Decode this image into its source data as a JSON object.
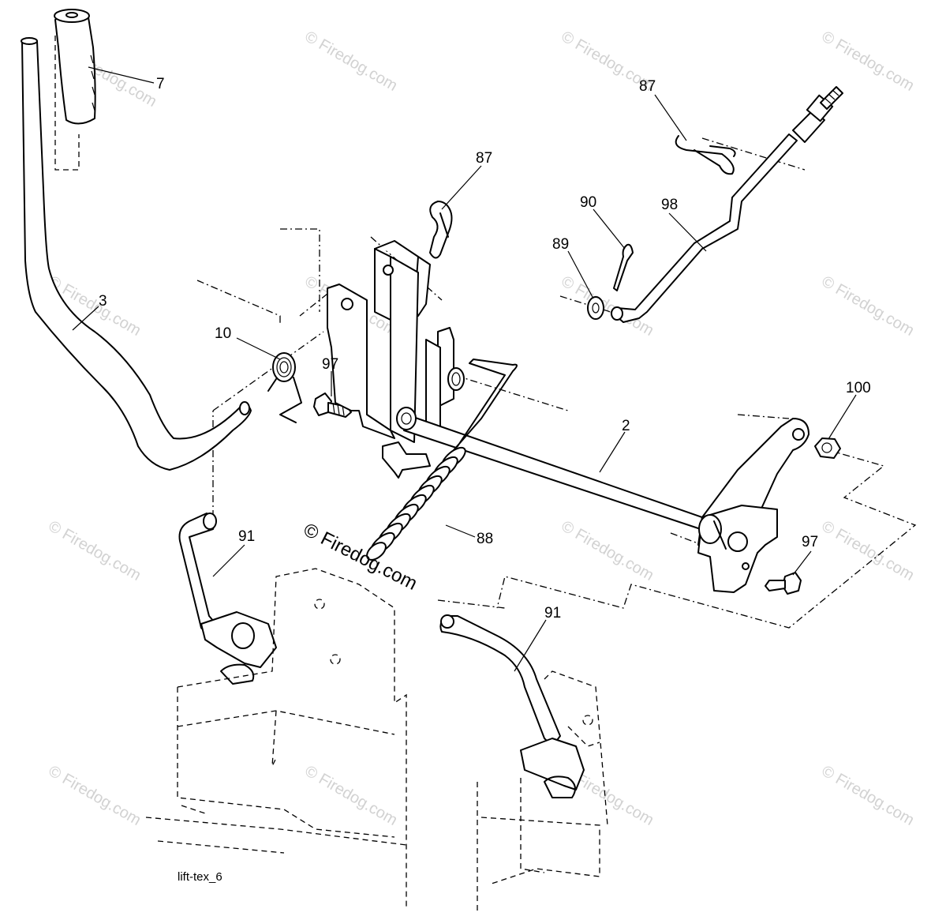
{
  "callouts": {
    "c7": "7",
    "c3": "3",
    "c10": "10",
    "c97a": "97",
    "c87a": "87",
    "c87b": "87",
    "c90": "90",
    "c89": "89",
    "c98": "98",
    "c100": "100",
    "c2": "2",
    "c88": "88",
    "c91a": "91",
    "c91b": "91",
    "c97b": "97"
  },
  "watermark": {
    "text": "© Firedog.com",
    "main_text": "© Firedog.com"
  },
  "caption": "lift-tex_6"
}
